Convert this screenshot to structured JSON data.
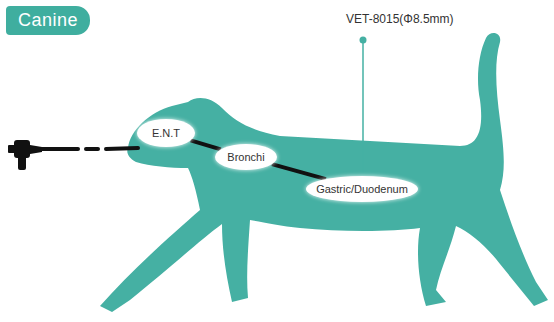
{
  "diagram": {
    "nodes": [
      {
        "text": [
          "Canine"
        ]
      },
      {
        "text": [
          "E.N.T"
        ]
      },
      {
        "text": [
          "Bronchi"
        ]
      },
      {
        "text": [
          "Gastric/Duodenum"
        ]
      }
    ],
    "edges": [
      {
        "from": 1,
        "to": 2,
        "arrow": "none"
      },
      {
        "from": 2,
        "to": 3,
        "arrow": "none"
      }
    ],
    "labels": [
      "VET-8015(Φ8.5mm)"
    ]
  }
}
